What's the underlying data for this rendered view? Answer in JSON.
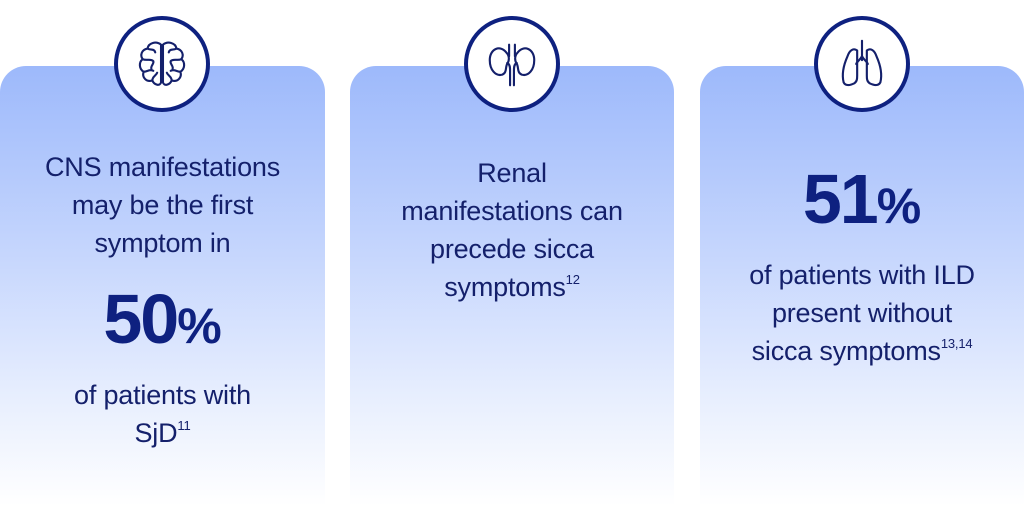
{
  "cards": [
    {
      "icon": "brain-icon",
      "line1": "CNS manifestations",
      "line2": "may be the first",
      "line3": "symptom in",
      "stat_number": "50",
      "stat_unit": "%",
      "line4": "of patients with",
      "line5": "SjD",
      "ref": "11"
    },
    {
      "icon": "kidneys-icon",
      "line1": "Renal",
      "line2": "manifestations can",
      "line3": "precede sicca",
      "line4": "symptoms",
      "ref": "12"
    },
    {
      "icon": "lungs-icon",
      "stat_number": "51",
      "stat_unit": "%",
      "line1": "of patients with ILD",
      "line2": "present without",
      "line3": "sicca symptoms",
      "ref": "13,14"
    }
  ],
  "colors": {
    "text": "#14206b",
    "accent": "#0e2180",
    "card_top": "#9db9fb",
    "card_bottom": "#ffffff"
  }
}
